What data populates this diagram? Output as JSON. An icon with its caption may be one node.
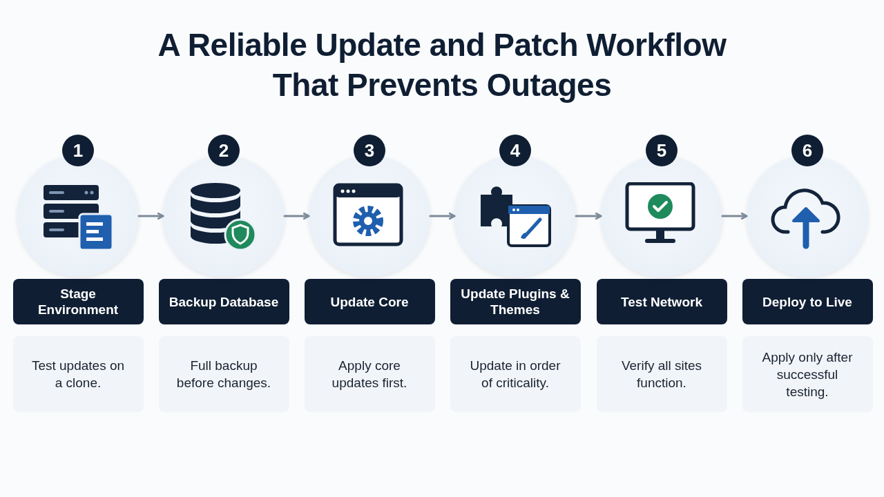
{
  "diagram": {
    "title": "A Reliable Update and Patch Workflow That Prevents Outages",
    "nodes": [
      {
        "text": [
          "1"
        ]
      },
      {
        "text": [],
        "shape": "circle"
      },
      {
        "text": [
          "Stage Environment"
        ]
      },
      {
        "text": [
          "Test updates on a clone."
        ]
      },
      {
        "text": [
          "2"
        ]
      },
      {
        "text": [],
        "shape": "circle"
      },
      {
        "text": [
          "Backup Database"
        ]
      },
      {
        "text": [
          "Full backup before changes."
        ]
      },
      {
        "text": [
          "3"
        ]
      },
      {
        "text": [],
        "shape": "circle"
      },
      {
        "text": [
          "Update Core"
        ]
      },
      {
        "text": [
          "Apply core updates first."
        ]
      },
      {
        "text": [
          "4"
        ]
      },
      {
        "text": [],
        "shape": "circle"
      },
      {
        "text": [
          "Update Plugins & Themes"
        ]
      },
      {
        "text": [
          "Update in order of criticality."
        ]
      },
      {
        "text": [
          "5"
        ]
      },
      {
        "text": [],
        "shape": "circle"
      },
      {
        "text": [
          "Test Network"
        ]
      },
      {
        "text": [
          "Verify all sites function."
        ]
      },
      {
        "text": [
          "6"
        ]
      },
      {
        "text": [],
        "shape": "circle"
      },
      {
        "text": [
          "Deploy to Live"
        ]
      },
      {
        "text": [
          "Apply only after successful testing."
        ]
      }
    ],
    "edges": [
      {
        "from": 1,
        "to": 5,
        "arrow": "to"
      },
      {
        "from": 5,
        "to": 9,
        "arrow": "to"
      },
      {
        "from": 9,
        "to": 13,
        "arrow": "to"
      },
      {
        "from": 13,
        "to": 17,
        "arrow": "to"
      },
      {
        "from": 17,
        "to": 21,
        "arrow": "to"
      }
    ]
  }
}
